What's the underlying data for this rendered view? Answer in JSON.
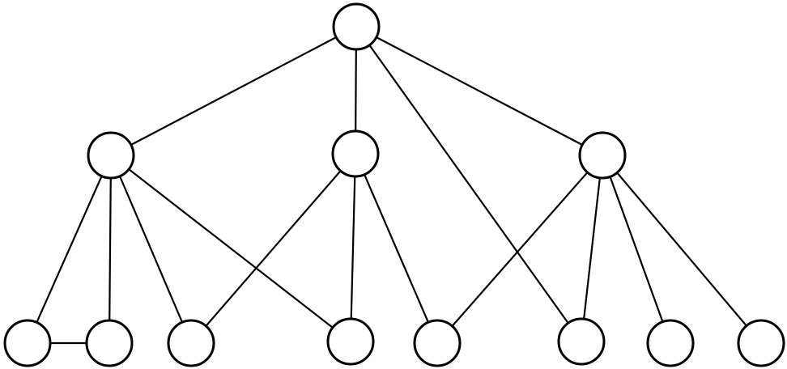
{
  "colors": {
    "background": "#ffffff",
    "stroke": "#000000"
  },
  "graph": {
    "nodes": [
      {
        "id": "root",
        "level": 0
      },
      {
        "id": "m1",
        "level": 1
      },
      {
        "id": "m2",
        "level": 1
      },
      {
        "id": "m3",
        "level": 1
      },
      {
        "id": "b1",
        "level": 2
      },
      {
        "id": "b2",
        "level": 2
      },
      {
        "id": "b3",
        "level": 2
      },
      {
        "id": "b4",
        "level": 2
      },
      {
        "id": "b5",
        "level": 2
      },
      {
        "id": "b6",
        "level": 2
      },
      {
        "id": "b7",
        "level": 2
      },
      {
        "id": "b8",
        "level": 2
      }
    ],
    "edges": [
      [
        "root",
        "m1"
      ],
      [
        "root",
        "m2"
      ],
      [
        "root",
        "m3"
      ],
      [
        "root",
        "b6"
      ],
      [
        "m1",
        "b1"
      ],
      [
        "m1",
        "b2"
      ],
      [
        "m1",
        "b3"
      ],
      [
        "m1",
        "b4"
      ],
      [
        "m2",
        "b3"
      ],
      [
        "m2",
        "b4"
      ],
      [
        "m2",
        "b5"
      ],
      [
        "m3",
        "b5"
      ],
      [
        "m3",
        "b6"
      ],
      [
        "m3",
        "b7"
      ],
      [
        "m3",
        "b8"
      ],
      [
        "b1",
        "b2"
      ]
    ]
  }
}
